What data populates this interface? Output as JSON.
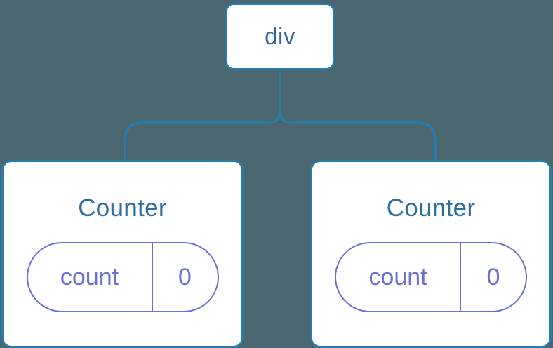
{
  "diagram": {
    "type": "component-tree",
    "background_color": "#4a666f",
    "node_border_color": "#2b7aa7",
    "node_text_color": "#33689a",
    "state_color": "#6b72d6",
    "root": {
      "label": "div"
    },
    "children": [
      {
        "title": "Counter",
        "state": {
          "key": "count",
          "value": "0"
        }
      },
      {
        "title": "Counter",
        "state": {
          "key": "count",
          "value": "0"
        }
      }
    ]
  }
}
